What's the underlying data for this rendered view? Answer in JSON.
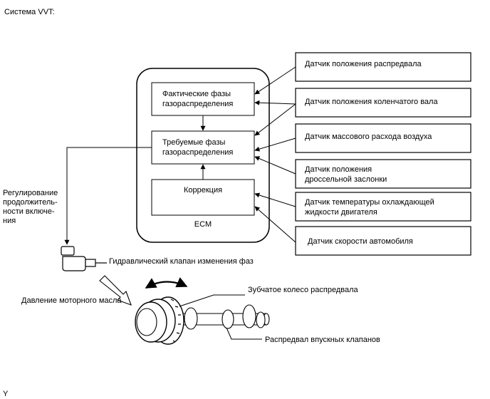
{
  "title": "Система VVT:",
  "ecm": {
    "label": "ECM",
    "actual_line1": "Фактические фазы",
    "actual_line2": "газораспределения",
    "target_line1": "Требуемые фазы",
    "target_line2": "газораспределения",
    "correction": "Коррекция"
  },
  "sensors": [
    {
      "line1": "Датчик положения распредвала",
      "line2": ""
    },
    {
      "line1": "Датчик положения коленчатого вала",
      "line2": ""
    },
    {
      "line1": "Датчик массового расхода воздуха",
      "line2": ""
    },
    {
      "line1": "Датчик положения",
      "line2": "дроссельной заслонки"
    },
    {
      "line1": "Датчик температуры охлаждающей",
      "line2": "жидкости двигателя"
    },
    {
      "line1": "Датчик скорости автомобиля",
      "line2": ""
    }
  ],
  "duty_control": [
    "Регулирование",
    "продолжитель-",
    "ности включе-",
    "ния"
  ],
  "ocv_label": "Гидравлический клапан изменения фаз",
  "oil_pressure_label": "Давление моторного масла",
  "sprocket_label": "Зубчатое колесо распредвала",
  "camshaft_label": "Распредвал впускных клапанов",
  "footer_mark": "Y"
}
